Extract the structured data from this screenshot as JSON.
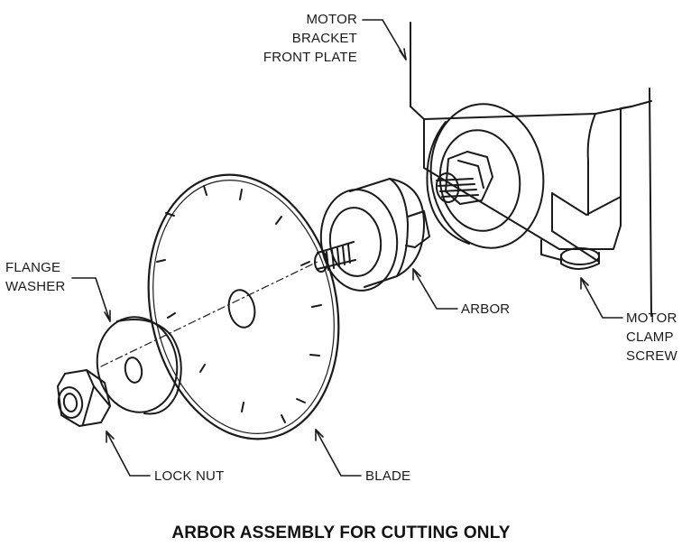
{
  "labels": {
    "motor_bracket": [
      "MOTOR",
      "BRACKET",
      "FRONT PLATE"
    ],
    "flange_washer": [
      "FLANGE",
      "WASHER"
    ],
    "arbor": [
      "ARBOR"
    ],
    "motor_clamp_screw": [
      "MOTOR",
      "CLAMP",
      "SCREW"
    ],
    "lock_nut": [
      "LOCK NUT"
    ],
    "blade": [
      "BLADE"
    ]
  },
  "caption": "ARBOR ASSEMBLY FOR CUTTING ONLY",
  "colors": {
    "line": "#1a1a1a",
    "background": "#ffffff"
  }
}
